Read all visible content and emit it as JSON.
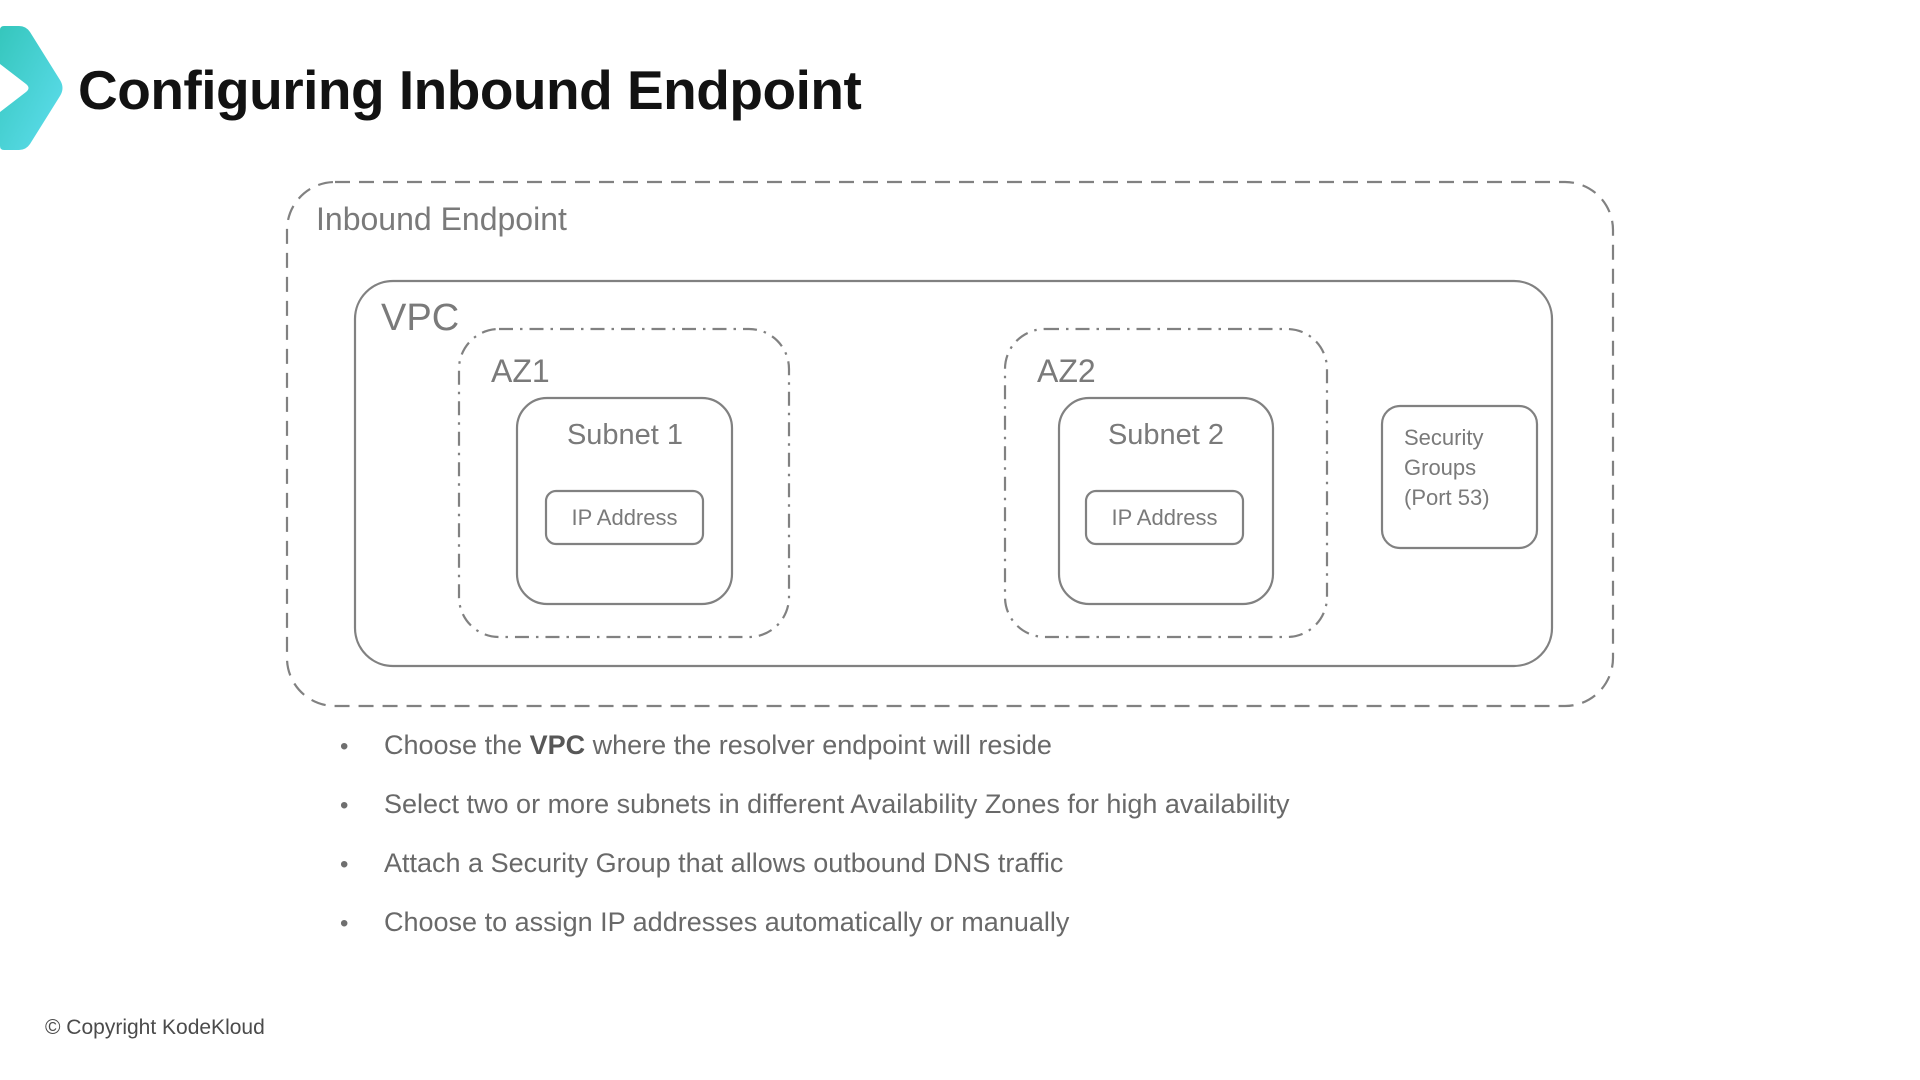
{
  "slide": {
    "title": "Configuring Inbound Endpoint",
    "copyright": "© Copyright KodeKloud",
    "bullet_marker": "•"
  },
  "diagram": {
    "inbound_endpoint_label": "Inbound Endpoint",
    "vpc_label": "VPC",
    "az1_label": "AZ1",
    "subnet1_label": "Subnet 1",
    "ip1_label": "IP Address",
    "az2_label": "AZ2",
    "subnet2_label": "Subnet 2",
    "ip2_label": "IP Address",
    "security_groups_label": "Security\nGroups\n(Port 53)"
  },
  "bullets": [
    {
      "pre": "Choose the ",
      "bold": "VPC",
      "post": " where the resolver endpoint will reside"
    },
    {
      "pre": "Select two or more subnets in different Availability Zones for high availability",
      "bold": "",
      "post": ""
    },
    {
      "pre": "Attach a Security Group that allows outbound DNS traffic",
      "bold": "",
      "post": ""
    },
    {
      "pre": "Choose to assign IP addresses automatically or manually",
      "bold": "",
      "post": ""
    }
  ],
  "icons": {
    "logo": "kodekloud-chevron"
  },
  "colors": {
    "logo_gradient_start": "#35c6bc",
    "logo_gradient_end": "#5fdeef",
    "box_border": "#818181",
    "diagram_label": "#7a7a7a",
    "bullet_text": "#696969",
    "title_text": "#121212"
  }
}
